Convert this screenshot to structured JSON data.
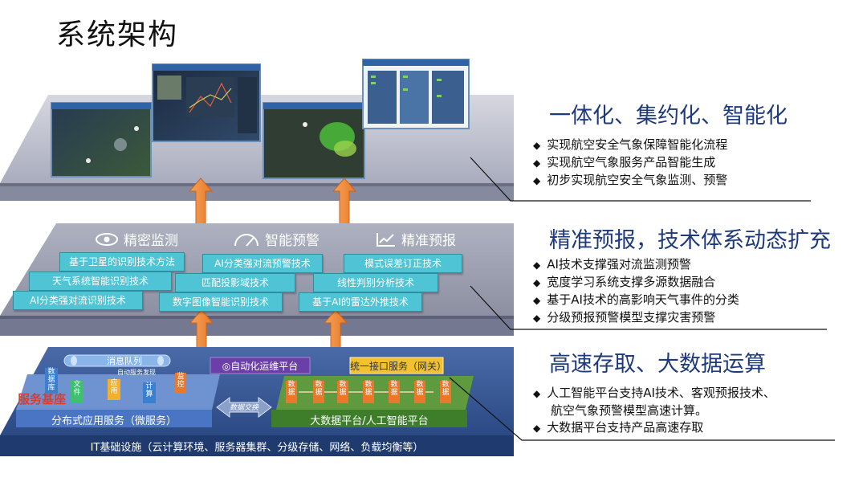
{
  "title": "系统架构",
  "sections": [
    {
      "heading": "一体化、集约化、智能化",
      "bullets": [
        [
          "实现航空安全气象保障智能化流程"
        ],
        [
          "实现航空气象服务产品智能生成"
        ],
        [
          "初步实现航空安全气象监测、预警"
        ]
      ]
    },
    {
      "heading": "精准预报，技术体系动态扩充",
      "bullets": [
        [
          "AI技术支撑强对流监测预警"
        ],
        [
          "宽度学习系统支撑多源数据融合"
        ],
        [
          "基于AI技术的高影响天气事件的分类"
        ],
        [
          "分级预报预警模型支撑灾害预警"
        ]
      ]
    },
    {
      "heading": "高速存取、大数据运算",
      "bullets": [
        [
          "人工智能平台支持AI技术、客观预报技术、",
          "航空气象预警模型高速计算。"
        ],
        [
          "大数据平台支持产品高速存取"
        ]
      ]
    }
  ],
  "middle_layer": {
    "monitors": [
      "精密监测",
      "智能预警",
      "精准预报"
    ],
    "tech_boxes": [
      "基于卫星的识别技术方法",
      "AI分类强对流预警技术",
      "模式误差订正技术",
      "天气系统智能识别技术",
      "匹配投影域技术",
      "线性判别分析技术",
      "AI分类强对流识别技术",
      "数字图像智能识别技术",
      "基于AI的雷达外推技术"
    ]
  },
  "bottom_layer": {
    "message_queue": "消息队列",
    "service_base": "服务基座",
    "distributed": "分布式应用服务（微服务）",
    "ops_platform": "◎自动化运维平台",
    "unified_api": "统一接口服务（网关）",
    "data_exchange": "数据交换",
    "bigdata": "大数据平台/人工智能平台",
    "infrastructure": "IT基础设施（云计算环境、服务器集群、分级存储、网络、负载均衡等）",
    "cubes": [
      "数据库",
      "文件",
      "应用",
      "计算",
      "监控"
    ],
    "service_mesh": "自动服务发现",
    "pipeline": [
      "数据",
      "数据",
      "数据",
      "数据",
      "数据",
      "数据",
      "数据"
    ]
  },
  "colors": {
    "accent_blue": "#1f3a7a",
    "tech_box": "#4fc4d4",
    "arrow": "#f28c3a",
    "platform_top": "#b9bcc9",
    "platform_dark": "#2f4f86",
    "green_platform": "#3e7d2a"
  }
}
